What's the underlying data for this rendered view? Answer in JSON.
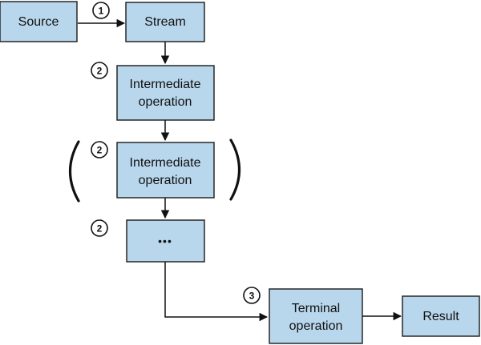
{
  "nodes": {
    "source": {
      "label": "Source"
    },
    "stream": {
      "label": "Stream"
    },
    "intermediate_1": {
      "line1": "Intermediate",
      "line2": "operation"
    },
    "intermediate_2": {
      "line1": "Intermediate",
      "line2": "operation"
    },
    "ellipsis": {
      "label": "•••"
    },
    "terminal": {
      "line1": "Terminal",
      "line2": "operation"
    },
    "result": {
      "label": "Result"
    }
  },
  "badges": {
    "source_to_stream": "1",
    "intermediate_1": "2",
    "intermediate_2": "2",
    "ellipsis": "2",
    "terminal": "3"
  },
  "colors": {
    "box_fill": "#b8d6ec",
    "stroke": "#111111"
  }
}
